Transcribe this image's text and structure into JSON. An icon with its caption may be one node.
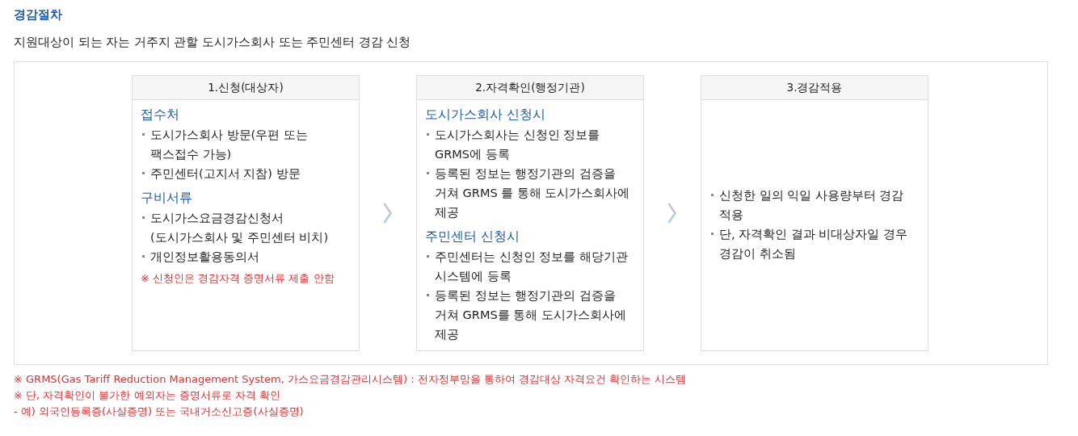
{
  "diagram": {
    "title": "경감절차",
    "nodes": [
      {
        "text": [
          "1.신청(대상자)",
          "접수처",
          "도시가스회사 방문(우편 또는 팩스접수 가능)",
          "주민센터(고지서 지참) 방문",
          "구비서류",
          "도시가스요금경감신청서 (도시가스회사 및 주민센터 비치)",
          "개인정보활용동의서",
          "※ 신청인은 경감자격 증명서류 제출 안함"
        ]
      },
      {
        "text": [
          "2.자격확인(행정기관)",
          "도시가스회사 신청시",
          "도시가스회사는 신청인 정보를 GRMS에 등록",
          "등록된 정보는 행정기관의 검증을 거쳐 GRMS 를 통해 도시가스회사에 제공",
          "주민센터 신청시",
          "주민센터는 신청인 정보를 해당기관 시스템에 등록",
          "등록된 정보는 행정기관의 검증을 거쳐 GRMS를 통해 도시가스회사에 제공"
        ]
      },
      {
        "text": [
          "3.경감적용",
          "신청한 일의 익일 사용량부터 경감 적용",
          "단, 자격확인 결과 비대상자일 경우 경감이 취소됨"
        ]
      }
    ],
    "edges": [
      {
        "from": 0,
        "to": 1,
        "arrow": "to"
      },
      {
        "from": 1,
        "to": 2,
        "arrow": "to"
      }
    ],
    "labels": [
      "지원대상이 되는 자는 거주지 관할 도시가스회사 또는 주민센터 경감 신청",
      "※ GRMS(Gas Tariff Reduction Management System, 가스요금경감관리시스템) : 전자정부망을 통하여 경감대상 자격요건 확인하는 시스템",
      "※ 단, 자격확인이 불가한 예외자는 증명서류로 자격 확인",
      "- 예) 외국인등록증(사실증명) 또는 국내거소신고증(사실증명)"
    ]
  }
}
